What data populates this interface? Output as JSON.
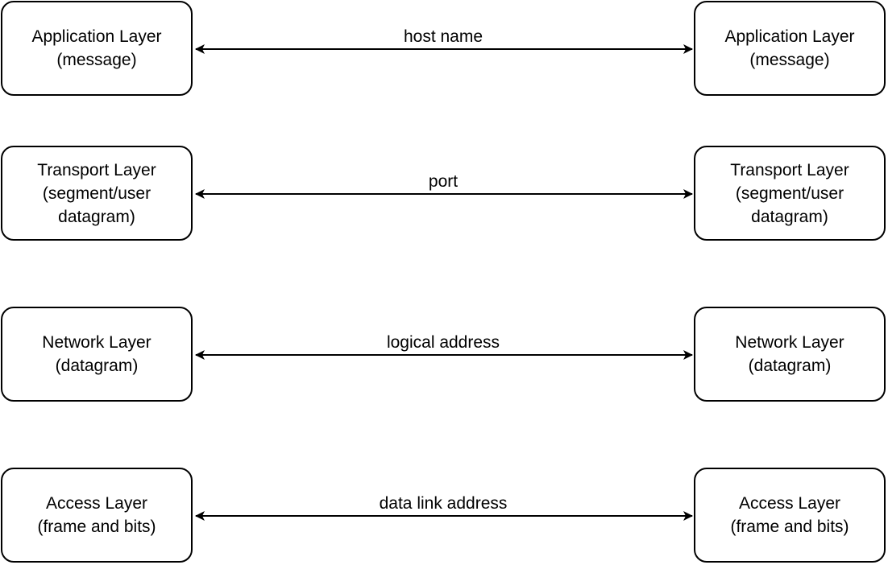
{
  "diagram": {
    "layers": [
      {
        "left": {
          "title": "Application Layer",
          "unit": "(message)"
        },
        "connection": "host name",
        "right": {
          "title": "Application Layer",
          "unit": "(message)"
        }
      },
      {
        "left": {
          "title": "Transport Layer",
          "unit": "(segment/user",
          "unit2": "datagram)"
        },
        "connection": "port",
        "right": {
          "title": "Transport Layer",
          "unit": "(segment/user",
          "unit2": "datagram)"
        }
      },
      {
        "left": {
          "title": "Network Layer",
          "unit": "(datagram)"
        },
        "connection": "logical address",
        "right": {
          "title": "Network Layer",
          "unit": "(datagram)"
        }
      },
      {
        "left": {
          "title": "Access Layer",
          "unit": "(frame and bits)"
        },
        "connection": "data link address",
        "right": {
          "title": "Access Layer",
          "unit": "(frame and bits)"
        }
      }
    ]
  }
}
